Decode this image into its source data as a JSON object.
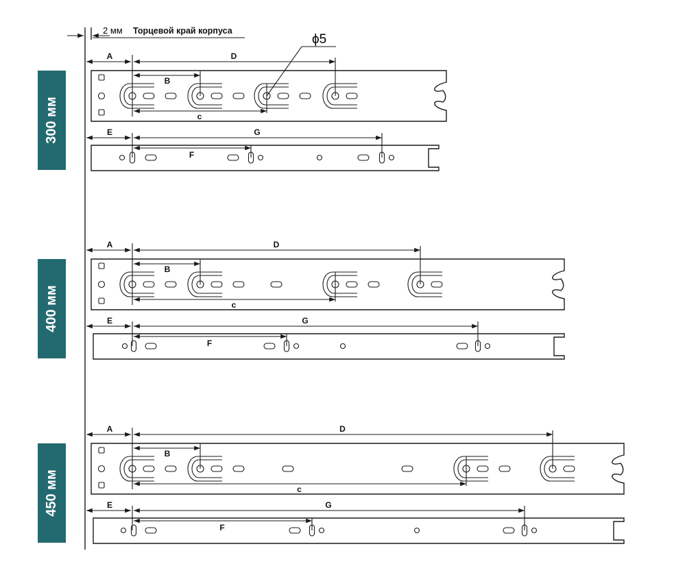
{
  "header": {
    "gap": "2 мм",
    "edge_label": "Торцевой край корпуса",
    "diameter": "ϕ5"
  },
  "dimension_labels": {
    "A": "A",
    "B": "B",
    "C": "c",
    "D": "D",
    "E": "E",
    "F": "F",
    "G": "G"
  },
  "sections": [
    {
      "label": "300 мм"
    },
    {
      "label": "400 мм"
    },
    {
      "label": "450 мм"
    }
  ],
  "colors": {
    "badge": "#236a70",
    "line": "#1a1a1a"
  }
}
